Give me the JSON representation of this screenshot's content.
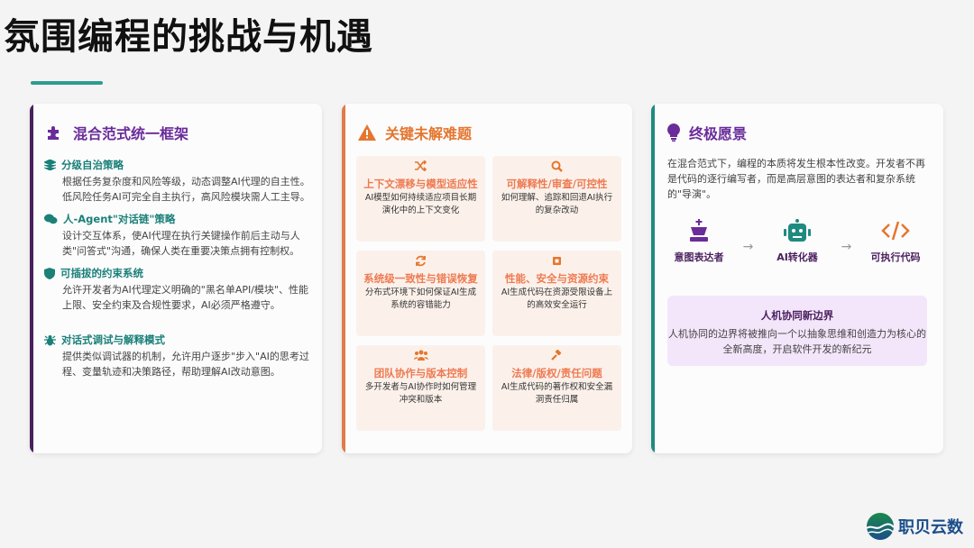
{
  "page": {
    "title": "氛围编程的挑战与机遇"
  },
  "colors": {
    "teal": "#2a9d8f",
    "purple": "#6a2c9a",
    "orange": "#e4762f",
    "dark_purple": "#4a1f5e"
  },
  "card1": {
    "icon": "puzzle-icon",
    "title": "混合范式统一框架",
    "items": [
      {
        "icon": "layers-icon",
        "title": "分级自治策略",
        "desc": "根据任务复杂度和风险等级，动态调整AI代理的自主性。低风险任务AI可完全自主执行，高风险模块需人工主导。"
      },
      {
        "icon": "comments-icon",
        "title": "人-Agent\"对话链\"策略",
        "desc": "设计交互体系，使AI代理在执行关键操作前后主动与人类\"问答式\"沟通，确保人类在重要决策点拥有控制权。"
      },
      {
        "icon": "shield-icon",
        "title": "可插拔的约束系统",
        "desc": "允许开发者为AI代理定义明确的\"黑名单API/模块\"、性能上限、安全约束及合规性要求，AI必须严格遵守。"
      },
      {
        "icon": "bug-icon",
        "title": "对话式调试与解释模式",
        "desc": "提供类似调试器的机制，允许用户逐步\"步入\"AI的思考过程、变量轨迹和决策路径，帮助理解AI改动意图。"
      }
    ]
  },
  "card2": {
    "icon": "warning-icon",
    "title": "关键未解难题",
    "problems": [
      {
        "icon": "shuffle-icon",
        "title": "上下文漂移与模型适应性",
        "desc": "AI模型如何持续适应项目长期演化中的上下文变化"
      },
      {
        "icon": "search-icon",
        "title": "可解释性/审查/可控性",
        "desc": "如何理解、追踪和回退AI执行的复杂改动"
      },
      {
        "icon": "sync-icon",
        "title": "系统级一致性与错误恢复",
        "desc": "分布式环境下如何保证AI生成系统的容错能力"
      },
      {
        "icon": "chip-icon",
        "title": "性能、安全与资源约束",
        "desc": "AI生成代码在资源受限设备上的高效安全运行"
      },
      {
        "icon": "team-icon",
        "title": "团队协作与版本控制",
        "desc": "多开发者与AI协作时如何管理冲突和版本"
      },
      {
        "icon": "gavel-icon",
        "title": "法律/版权/责任问题",
        "desc": "AI生成代码的著作权和安全漏洞责任归属"
      }
    ]
  },
  "card3": {
    "icon": "lightbulb-icon",
    "title": "终极愿景",
    "text": "在混合范式下，编程的本质将发生根本性改变。开发者不再是代码的逐行编写者，而是高层意图的表达者和复杂系统的\"导演\"。",
    "flow": [
      {
        "icon": "chess-king-icon",
        "label": "意图表达者"
      },
      {
        "icon": "robot-icon",
        "label": "AI转化器"
      },
      {
        "icon": "code-icon",
        "label": "可执行代码"
      }
    ],
    "arrow": "→",
    "frontier": {
      "title": "人机协同新边界",
      "desc": "人机协同的边界将被推向一个以抽象思维和创造力为核心的全新高度，开启软件开发的新纪元"
    }
  },
  "brand": {
    "name": "职贝云数"
  }
}
